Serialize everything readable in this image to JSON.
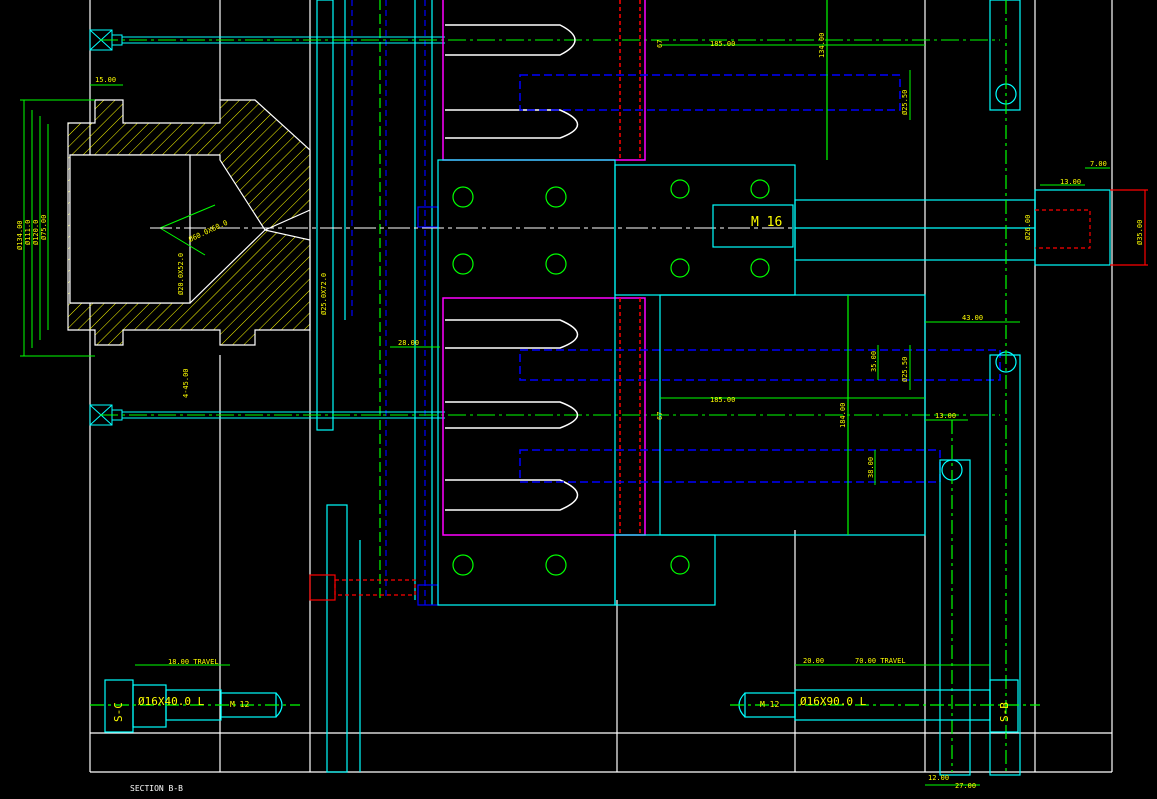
{
  "colors": {
    "background": "#000000",
    "outline": "#ffffff",
    "cyan": "#00ffff",
    "green": "#00ff00",
    "blue": "#0000ff",
    "red": "#ff0000",
    "magenta": "#ff00ff",
    "yellow": "#ffff00"
  },
  "labels": {
    "section_title": "SECTION B-B",
    "m16_center": "M 16",
    "m12_left": "M 12",
    "m12_right": "M 12",
    "cyl_left": "Ø16X40.0 L",
    "cyl_right": "Ø16X90.0 L",
    "tag_sc": "S-C",
    "tag_sb": "S-B",
    "travel_left": "18.00 TRAVEL",
    "travel_right": "70.00 TRAVEL",
    "dim_20_left": "20.00"
  },
  "dims": {
    "d15": "15.00",
    "d185_top": "185.00",
    "d185_mid": "185.00",
    "d28": "28.00",
    "d13_top": "13.00",
    "d7": "7.00",
    "d43": "43.00",
    "d13_mid": "13.00",
    "d12_bottom": "12.00",
    "d27_bottom": "27.00",
    "d4_45": "4-45.00",
    "d67_top": "67",
    "d67_mid": "67",
    "d134_top": "134.00",
    "d184": "184.00",
    "d35": "35.00",
    "d38": "38.00",
    "d26": "Ø26.00",
    "dia_35_5": "Ø35.00",
    "dia_25_5": "Ø25.50",
    "dia_25_5b": "Ø25.50",
    "dia_134": "Ø134.00",
    "dia_111": "Ø111.0",
    "dia_120": "Ø120.0",
    "dia_75": "Ø75.00",
    "dia_72": "Ø25.0X72.0",
    "dia_52": "Ø20.0X52.0",
    "dia_60": "Ø60.0X60.0"
  }
}
